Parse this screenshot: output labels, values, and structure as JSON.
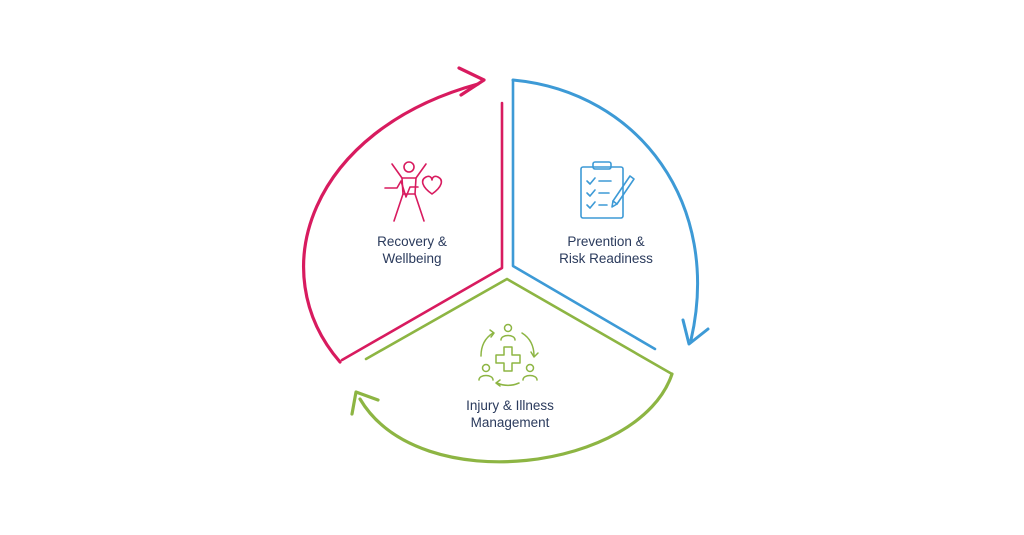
{
  "colors": {
    "recovery": "#d81b5f",
    "prevention": "#3d9ad6",
    "injury": "#8db543",
    "label": "#2a3a5c"
  },
  "segments": {
    "recovery": {
      "line1": "Recovery &",
      "line2": "Wellbeing",
      "icon": "person-heartbeat-icon"
    },
    "prevention": {
      "line1": "Prevention &",
      "line2": "Risk Readiness",
      "icon": "clipboard-checklist-icon"
    },
    "injury": {
      "line1": "Injury & Illness",
      "line2": "Management",
      "icon": "care-cycle-cross-icon"
    }
  }
}
